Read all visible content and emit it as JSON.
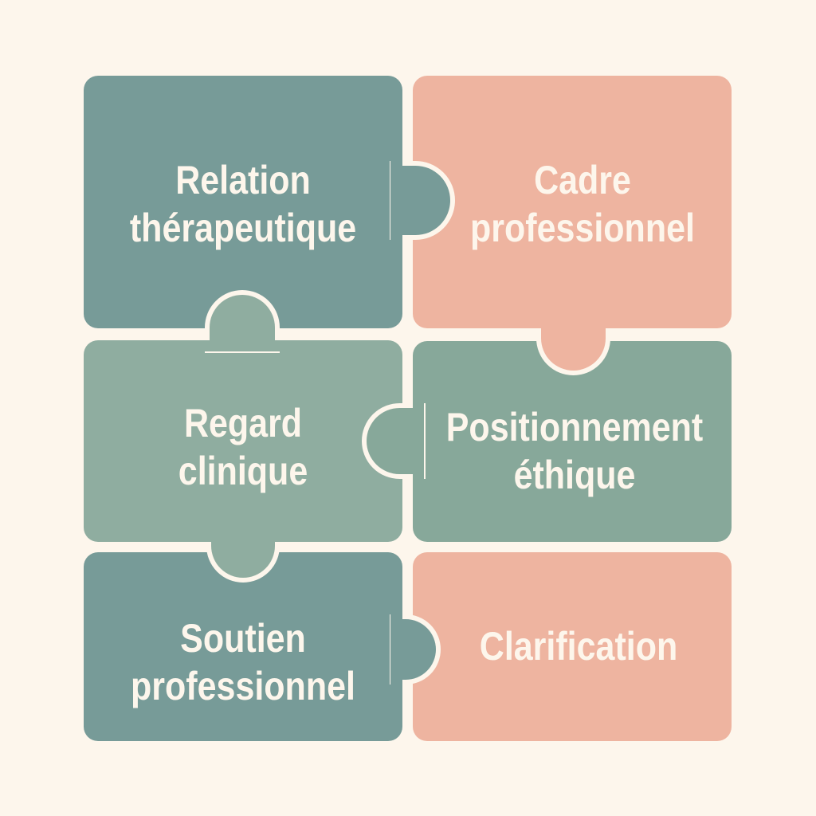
{
  "pieces": [
    {
      "line1": "Relation",
      "line2": "thérapeutique",
      "color": "#779b98"
    },
    {
      "line1": "Cadre",
      "line2": "professionnel",
      "color": "#eeb4a0"
    },
    {
      "line1": "Regard",
      "line2": "clinique",
      "color": "#8fada0"
    },
    {
      "line1": "Positionnement",
      "line2": "éthique",
      "color": "#87a89a"
    },
    {
      "line1": "Soutien",
      "line2": "professionnel",
      "color": "#779b98"
    },
    {
      "line1": "Clarification",
      "color": "#eeb4a0"
    }
  ],
  "background": "#fdf6ec"
}
